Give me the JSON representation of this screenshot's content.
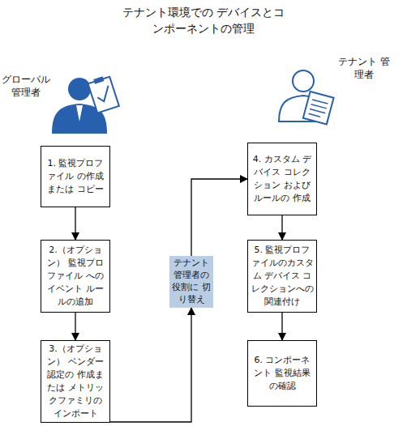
{
  "diagram": {
    "title": "テナント環境での デバイスとコンポーネントの管理",
    "nodes": [
      {
        "text": [
          "1. 監視プロファイル の作成または コピー"
        ]
      },
      {
        "text": [
          "2.（オプション） 監視プロファイル へのイベント ルールの追加"
        ]
      },
      {
        "text": [
          "3.（オプション） ベンダー認定の 作成または メトリックファミリの インポート"
        ]
      },
      {
        "text": [
          "テナント 管理者の 役割に 切り替え"
        ]
      },
      {
        "text": [
          "4. カスタム デバイス コレクション およびルールの 作成"
        ]
      },
      {
        "text": [
          "5. 監視プロファイルのカスタム デバイス コレクションへの関連付け"
        ]
      },
      {
        "text": [
          "6. コンポーネント 監視結果の確認"
        ]
      }
    ],
    "edges": [
      {
        "from": 0,
        "to": 1,
        "arrow": "to"
      },
      {
        "from": 1,
        "to": 2,
        "arrow": "to"
      },
      {
        "from": 2,
        "to": 3,
        "arrow": "to"
      },
      {
        "from": 3,
        "to": 4,
        "arrow": "to"
      },
      {
        "from": 4,
        "to": 5,
        "arrow": "to"
      },
      {
        "from": 5,
        "to": 6,
        "arrow": "to"
      }
    ],
    "labels": [
      "グローバル 管理者",
      "テナント 管理者"
    ]
  }
}
